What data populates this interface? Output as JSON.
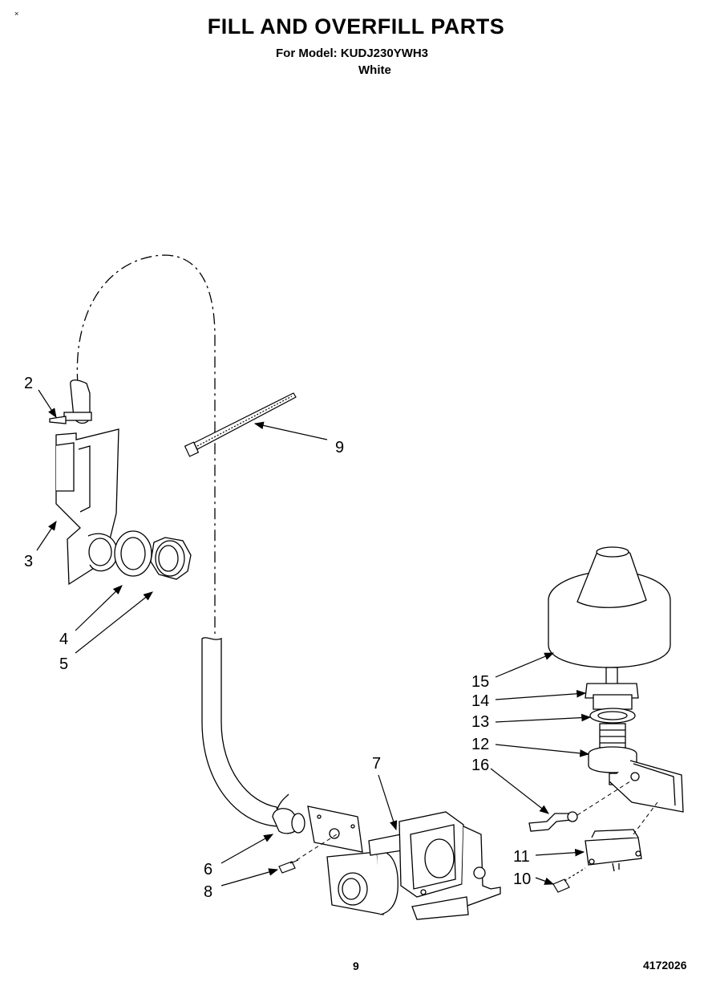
{
  "header": {
    "corner_mark": "×",
    "title": "FILL AND OVERFILL PARTS",
    "model_line": "For Model: KUDJ230YWH3",
    "color": "White"
  },
  "callouts": {
    "c2": "2",
    "c3": "3",
    "c4": "4",
    "c5": "5",
    "c6": "6",
    "c7": "7",
    "c8": "8",
    "c9": "9",
    "c10": "10",
    "c11": "11",
    "c12": "12",
    "c13": "13",
    "c14": "14",
    "c15": "15",
    "c16": "16"
  },
  "footer": {
    "page_number": "9",
    "document_number": "4172026"
  }
}
